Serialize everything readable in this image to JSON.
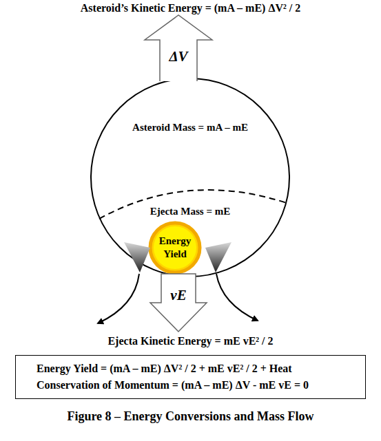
{
  "diagram": {
    "caption": "Figure 8 – Energy Conversions and Mass Flow",
    "nodes": [
      {
        "text": [
          "Asteroid Mass = mA – mE"
        ]
      },
      {
        "text": [
          "Ejecta Mass = mE"
        ],
        "in": 0
      },
      {
        "text": [
          "Energy Yield"
        ],
        "in": 1
      },
      {
        "text": [
          "Energy Yield = (mA – mE) ΔV² / 2 + mE vE² / 2 + Heat",
          "Conservation of Momentum = (mA – mE) ΔV - mE vE = 0"
        ]
      }
    ],
    "labels": [
      "Asteroid’s Kinetic Energy = (mA – mE) ΔV² / 2",
      "ΔV",
      "vE",
      "Ejecta Kinetic Energy = mE vE² / 2"
    ]
  }
}
